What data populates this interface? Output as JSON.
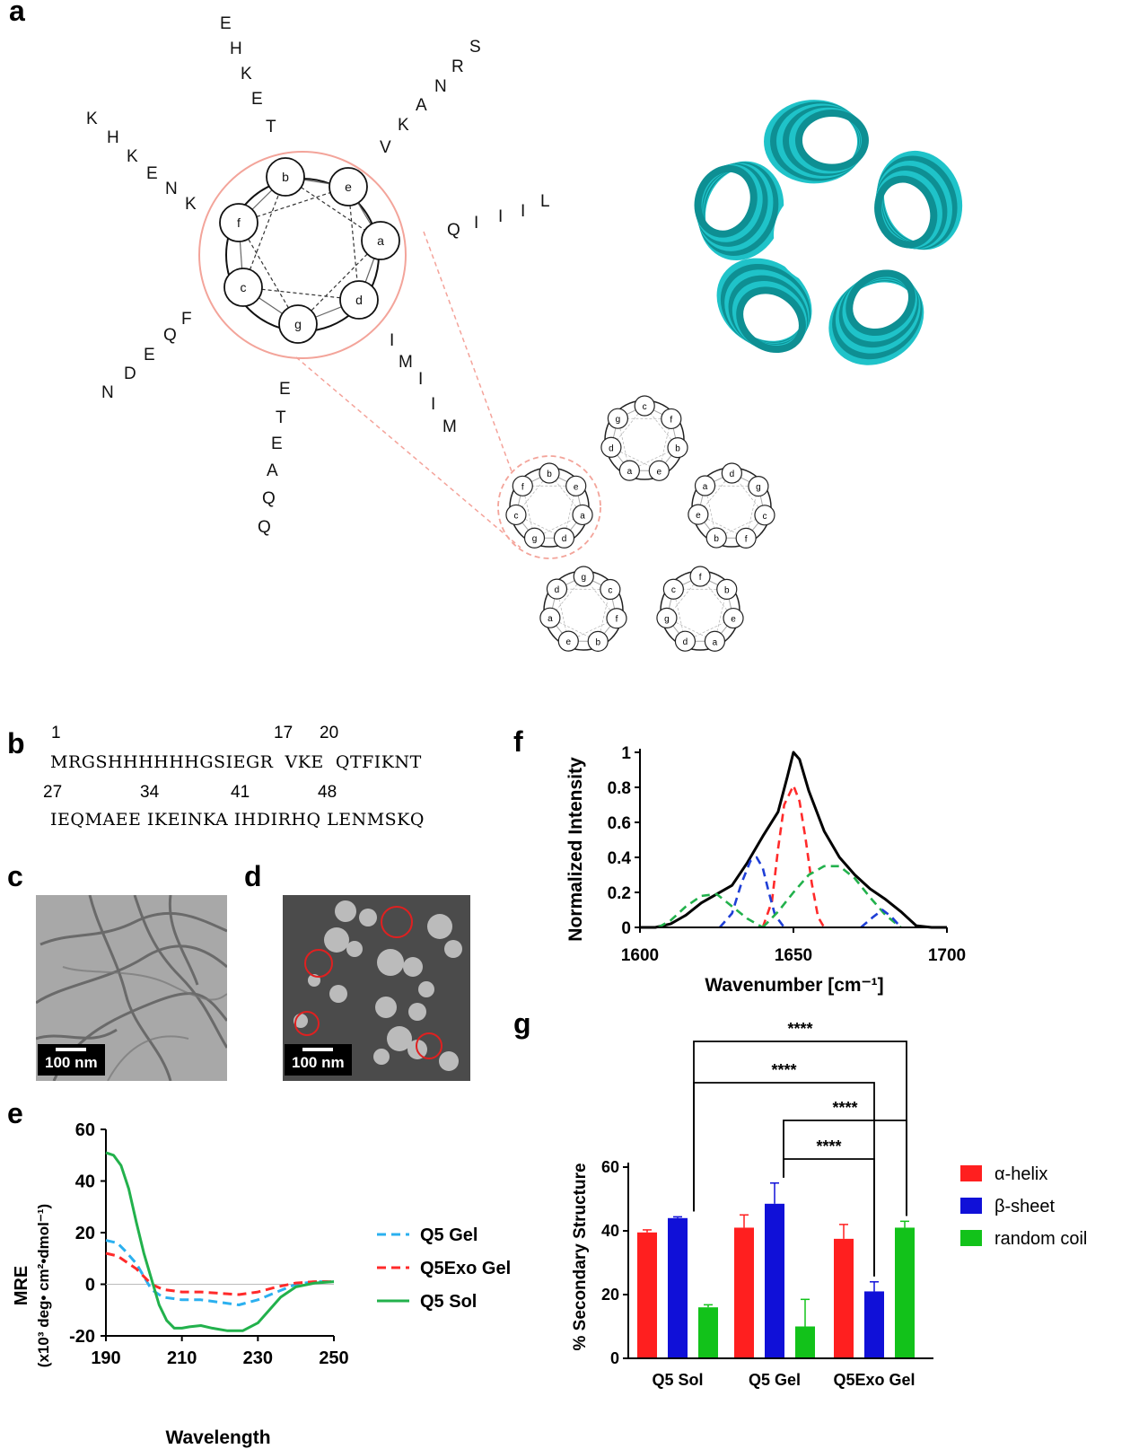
{
  "panel_labels": {
    "a": "a",
    "b": "b",
    "c": "c",
    "d": "d",
    "e": "e",
    "f": "f",
    "g": "g"
  },
  "wheel": {
    "positions": [
      "b",
      "e",
      "a",
      "d",
      "g",
      "c",
      "f"
    ],
    "spokes": {
      "b": [
        "T",
        "E",
        "K",
        "H",
        "E"
      ],
      "e": [
        "V",
        "K",
        "A",
        "N",
        "R",
        "S"
      ],
      "a": [
        "Q",
        "I",
        "I",
        "I",
        "L"
      ],
      "d": [
        "I",
        "M",
        "I",
        "I",
        "M"
      ],
      "g": [
        "E",
        "T",
        "E",
        "A",
        "Q",
        "Q"
      ],
      "c": [
        "F",
        "Q",
        "E",
        "D",
        "N"
      ],
      "f": [
        "K",
        "N",
        "E",
        "K",
        "H",
        "K"
      ]
    }
  },
  "sequence": {
    "numbers_row1": [
      "1",
      "17",
      "20"
    ],
    "row1": "MRGSHHHHHHGSIEGR  VKE  QTFIKNT",
    "numbers_row2": [
      "27",
      "34",
      "41",
      "48"
    ],
    "row2": "IEQMAEE IKEINKA IHDIRHQ LENMSKQ"
  },
  "tem": {
    "c_scale": "100 nm",
    "d_scale": "100 nm"
  },
  "chart_data": [
    {
      "panel": "e",
      "type": "line",
      "xlabel": "Wavelength",
      "ylabel_line1": "MRE",
      "ylabel_line2": "(x10³ deg• cm²•dmol⁻¹)",
      "xlim": [
        190,
        250
      ],
      "ylim": [
        -20,
        60
      ],
      "xticks": [
        "190",
        "210",
        "230",
        "250"
      ],
      "yticks": [
        "60",
        "40",
        "20",
        "0",
        "-20"
      ],
      "series": [
        {
          "name": "Q5 Gel",
          "color": "#2bb0ef",
          "dash": true,
          "x": [
            190,
            193,
            195,
            198,
            200,
            202,
            205,
            210,
            215,
            220,
            225,
            230,
            235,
            240,
            245,
            250
          ],
          "y": [
            17,
            16,
            13,
            8,
            3,
            -2,
            -5,
            -6,
            -6,
            -7,
            -8,
            -6,
            -3,
            0,
            1,
            1
          ]
        },
        {
          "name": "Q5Exo Gel",
          "color": "#ff2a2a",
          "dash": true,
          "x": [
            190,
            193,
            195,
            198,
            200,
            202,
            205,
            210,
            215,
            220,
            225,
            230,
            235,
            240,
            245,
            250
          ],
          "y": [
            12,
            11,
            9,
            6,
            3,
            0,
            -2,
            -3,
            -3,
            -3.5,
            -4,
            -3,
            -1,
            0.5,
            1,
            1
          ]
        },
        {
          "name": "Q5 Sol",
          "color": "#22b14c",
          "dash": false,
          "x": [
            190,
            192,
            194,
            196,
            198,
            200,
            202,
            204,
            206,
            208,
            210,
            212,
            215,
            218,
            222,
            226,
            230,
            233,
            236,
            240,
            245,
            250
          ],
          "y": [
            51,
            50,
            46,
            37,
            24,
            12,
            2,
            -8,
            -14,
            -17,
            -17,
            -16.5,
            -16,
            -17,
            -18,
            -18,
            -15,
            -10,
            -5,
            -1,
            0.5,
            1
          ]
        }
      ]
    },
    {
      "panel": "f",
      "type": "line",
      "xlabel": "Wavenumber [cm⁻¹]",
      "ylabel": "Normalized Intensity",
      "xlim": [
        1600,
        1700
      ],
      "ylim": [
        0,
        1
      ],
      "xticks": [
        "1600",
        "1650",
        "1700"
      ],
      "yticks": [
        "1",
        "0.8",
        "0.6",
        "0.4",
        "0.2",
        "0"
      ],
      "series": [
        {
          "name": "",
          "color": "#000000",
          "dash": false,
          "x": [
            1600,
            1605,
            1610,
            1615,
            1620,
            1625,
            1630,
            1635,
            1640,
            1645,
            1648,
            1650,
            1652,
            1655,
            1660,
            1665,
            1670,
            1675,
            1680,
            1685,
            1690,
            1695,
            1700
          ],
          "y": [
            0,
            0,
            0.02,
            0.07,
            0.14,
            0.19,
            0.24,
            0.37,
            0.52,
            0.66,
            0.86,
            1.0,
            0.96,
            0.78,
            0.55,
            0.4,
            0.3,
            0.22,
            0.16,
            0.09,
            0.01,
            0,
            0
          ]
        },
        {
          "name": "",
          "color": "#ff2a2a",
          "dash": true,
          "x": [
            1640,
            1643,
            1645,
            1647,
            1650,
            1652,
            1654,
            1656,
            1658,
            1660
          ],
          "y": [
            0,
            0.15,
            0.45,
            0.7,
            0.81,
            0.72,
            0.5,
            0.25,
            0.06,
            0
          ]
        },
        {
          "name": "",
          "color": "#1f3fd6",
          "dash": true,
          "x": [
            1626,
            1630,
            1633,
            1636,
            1638,
            1640,
            1642,
            1644,
            1647
          ],
          "y": [
            0,
            0.08,
            0.25,
            0.38,
            0.4,
            0.34,
            0.2,
            0.07,
            0
          ]
        },
        {
          "name": "",
          "color": "#22b14c",
          "dash": true,
          "x": [
            1606,
            1610,
            1615,
            1620,
            1625,
            1630,
            1635,
            1640
          ],
          "y": [
            0,
            0.04,
            0.12,
            0.18,
            0.19,
            0.12,
            0.05,
            0
          ]
        },
        {
          "name": "",
          "color": "#22b14c",
          "dash": true,
          "x": [
            1640,
            1645,
            1650,
            1655,
            1660,
            1665,
            1670,
            1675,
            1680,
            1685
          ],
          "y": [
            0,
            0.09,
            0.2,
            0.3,
            0.35,
            0.35,
            0.28,
            0.17,
            0.07,
            0
          ]
        },
        {
          "name": "",
          "color": "#1f3fd6",
          "dash": true,
          "x": [
            1672,
            1676,
            1679,
            1682,
            1685
          ],
          "y": [
            0,
            0.06,
            0.1,
            0.06,
            0
          ]
        }
      ]
    },
    {
      "panel": "g",
      "type": "bar",
      "ylabel": "% Secondary Structure",
      "ylim": [
        0,
        60
      ],
      "yticks": [
        "60",
        "40",
        "20",
        "0"
      ],
      "categories": [
        "Q5 Sol",
        "Q5 Gel",
        "Q5Exo Gel"
      ],
      "series": [
        {
          "name": "α-helix",
          "color": "#ff1f1f",
          "values": [
            39.5,
            41,
            37.5
          ],
          "errors": [
            0.8,
            4,
            4.5
          ]
        },
        {
          "name": "β-sheet",
          "color": "#1010d8",
          "values": [
            44,
            48.5,
            21
          ],
          "errors": [
            0.4,
            6.5,
            3
          ]
        },
        {
          "name": "random coil",
          "color": "#12c21a",
          "values": [
            16,
            10,
            41
          ],
          "errors": [
            0.8,
            8.5,
            2
          ]
        }
      ],
      "significance": [
        "****",
        "****",
        "****",
        "****"
      ]
    }
  ]
}
